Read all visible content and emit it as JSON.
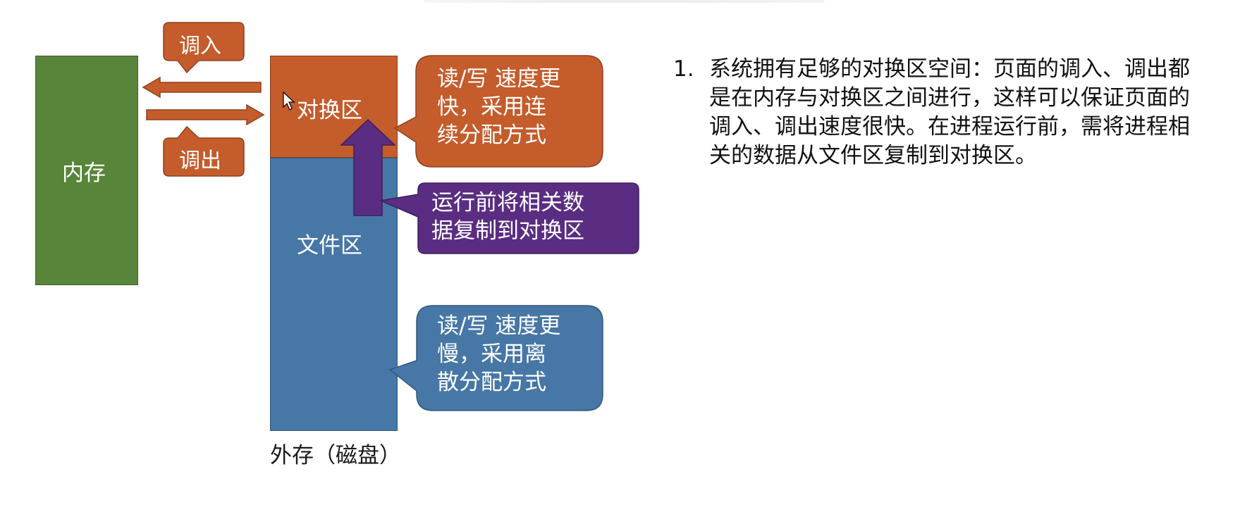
{
  "diagram": {
    "memory_label": "内存",
    "swap_label": "对换区",
    "file_label": "文件区",
    "disk_label": "外存（磁盘）",
    "swap_in_label": "调入",
    "swap_out_label": "调出",
    "swap_callout": "读/写 速度更\n快，采用连\n续分配方式",
    "copy_callout": "运行前将相关数\n据复制到对换区",
    "file_callout": "读/写 速度更\n慢，采用离\n散分配方式"
  },
  "description": {
    "number": "1.",
    "text": "系统拥有足够的对换区空间：页面的调入、调出都是在内存与对换区之间进行，这样可以保证页面的调入、调出速度很快。在进程运行前，需将进程相关的数据从文件区复制到对换区。"
  },
  "colors": {
    "memory": "#58853a",
    "swap_area": "#c45c2b",
    "file_area": "#4677a6",
    "copy_arrow": "#5a2d83"
  }
}
